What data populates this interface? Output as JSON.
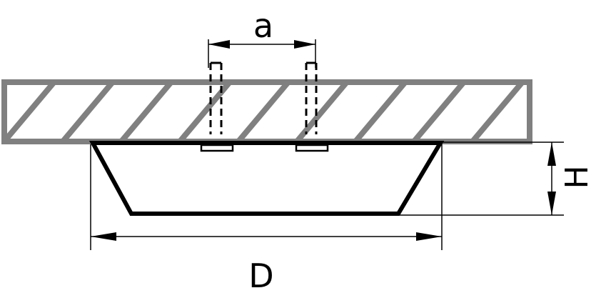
{
  "labels": {
    "a": "a",
    "D": "D",
    "H": "H"
  },
  "colors": {
    "ceiling_stroke": "#808080",
    "hatch": "#808080",
    "fixture_stroke": "#000000",
    "dimension_line": "#000000",
    "background": "#ffffff"
  }
}
